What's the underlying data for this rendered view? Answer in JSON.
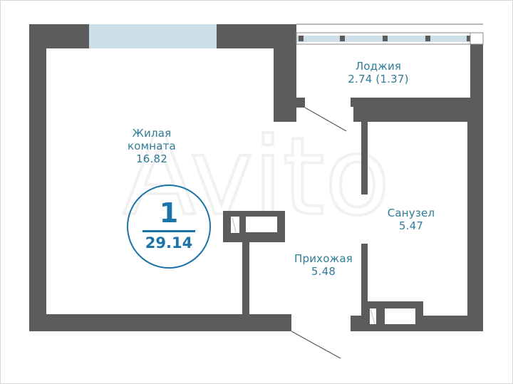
{
  "plan": {
    "colors": {
      "wall": "#5c5c5c",
      "window": "#cde0ea",
      "label_text": "#2f7c98",
      "badge": "#1a74a8",
      "background": "#ffffff"
    },
    "badge": {
      "rooms": "1",
      "total_area": "29.14"
    },
    "rooms": [
      {
        "name": "Жилая комната",
        "line1": "Жилая",
        "line2": "комната",
        "area": "16.82"
      },
      {
        "name": "Лоджия",
        "line1": "Лоджия",
        "area": "2.74 (1.37)"
      },
      {
        "name": "Санузел",
        "line1": "Санузел",
        "area": "5.47"
      },
      {
        "name": "Прихожая",
        "line1": "Прихожая",
        "area": "5.48"
      }
    ],
    "watermark": "Avito"
  }
}
